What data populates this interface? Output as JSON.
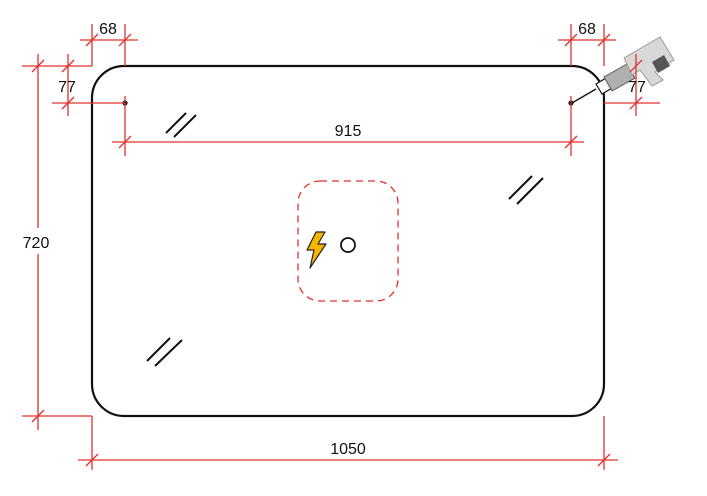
{
  "drawing": {
    "dimensions": {
      "overall_width": "1050",
      "overall_height": "720",
      "hole_spacing": "915",
      "left_hole_offset_x": "68",
      "left_hole_offset_y": "77",
      "right_hole_offset_x": "68",
      "right_hole_offset_y": "77"
    },
    "icons": {
      "power": "lightning-bolt-icon",
      "drill": "drill-icon"
    },
    "colors": {
      "dimension": "#e0312f",
      "outline": "#111111",
      "bolt_fill": "#f7b500"
    }
  }
}
